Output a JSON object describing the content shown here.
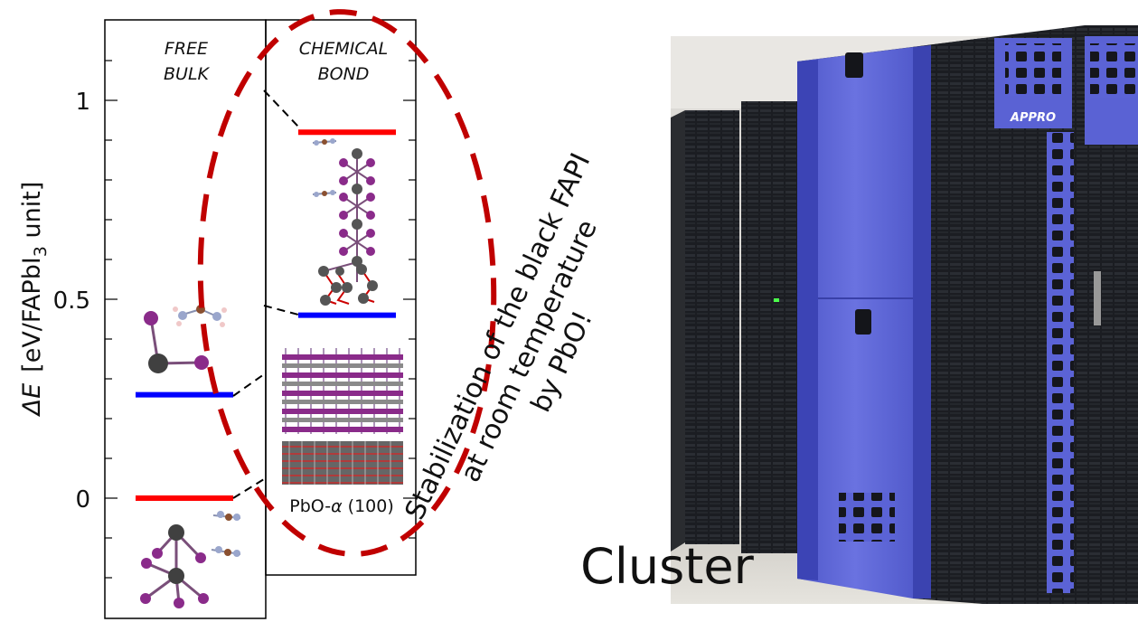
{
  "energy_diagram": {
    "columns": {
      "free_bulk": [
        "FREE",
        "BULK"
      ],
      "chemical_bond": [
        "CHEMICAL",
        "BOND"
      ]
    },
    "y_axis": {
      "label_delta": "ΔE",
      "label_units_main": "[eV/FAPbI",
      "label_units_sub": "3",
      "label_units_end": " unit]",
      "ticks": [
        "1",
        "0.5",
        "0"
      ]
    },
    "substrate_label_main": "PbO-",
    "substrate_label_greek": "α",
    "substrate_label_facet": " (100)",
    "level_colors": {
      "red": "#ff0000",
      "blue": "#0000ff"
    }
  },
  "chart_data": {
    "type": "energy-level diagram",
    "ylabel": "ΔE [eV/FAPbI3 unit]",
    "ylim": [
      -0.3,
      1.2
    ],
    "levels": [
      {
        "column": "FREE BULK",
        "phase": "red",
        "value": 0.0
      },
      {
        "column": "FREE BULK",
        "phase": "blue",
        "value": 0.26
      },
      {
        "column": "CHEMICAL BOND",
        "phase": "blue",
        "value": 0.46
      },
      {
        "column": "CHEMICAL BOND",
        "phase": "red",
        "value": 0.92
      }
    ]
  },
  "annotation": {
    "lines": [
      "Stabilization of the black FAPI",
      "at room temperature",
      "by PbO!"
    ],
    "ellipse_color": "#c00000"
  },
  "cluster": {
    "caption": "Cluster",
    "brand": "APPRO"
  }
}
